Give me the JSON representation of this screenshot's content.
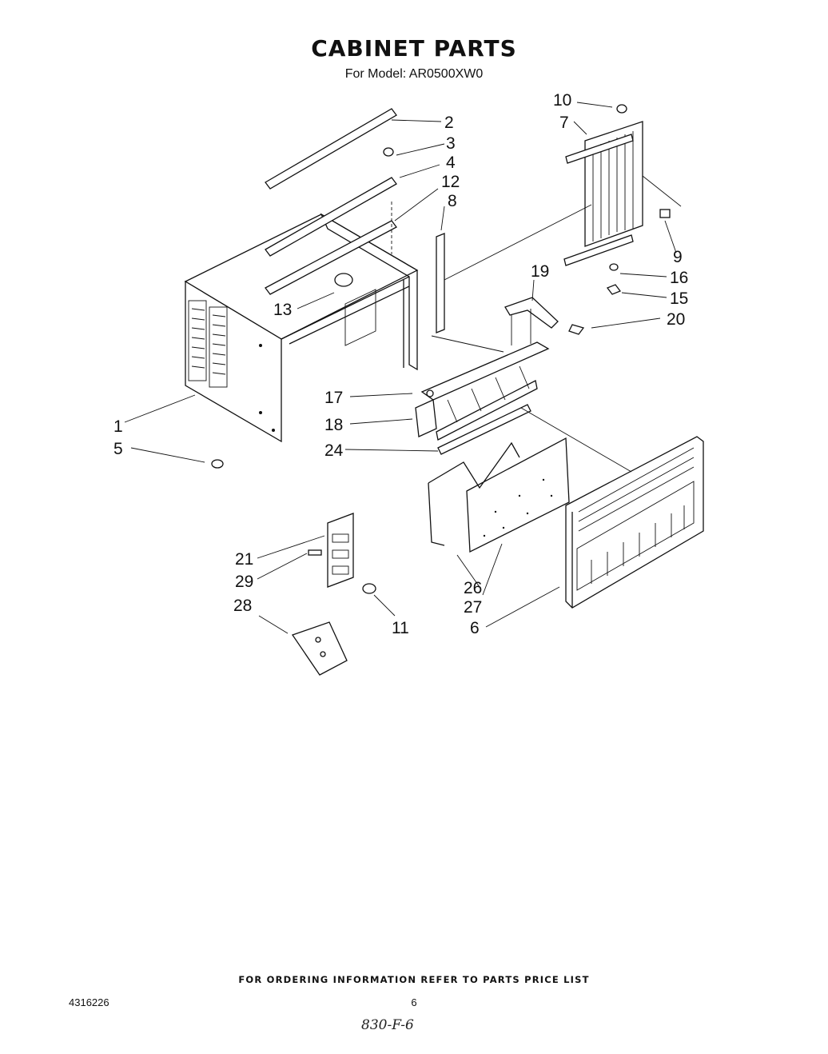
{
  "header": {
    "title": "CABINET PARTS",
    "subtitle": "For Model: AR0500XW0"
  },
  "callouts": [
    {
      "label": "1"
    },
    {
      "label": "2"
    },
    {
      "label": "3"
    },
    {
      "label": "4"
    },
    {
      "label": "5"
    },
    {
      "label": "6"
    },
    {
      "label": "7"
    },
    {
      "label": "8"
    },
    {
      "label": "9"
    },
    {
      "label": "10"
    },
    {
      "label": "11"
    },
    {
      "label": "12"
    },
    {
      "label": "13"
    },
    {
      "label": "15"
    },
    {
      "label": "16"
    },
    {
      "label": "17"
    },
    {
      "label": "18"
    },
    {
      "label": "19"
    },
    {
      "label": "20"
    },
    {
      "label": "21"
    },
    {
      "label": "24"
    },
    {
      "label": "26"
    },
    {
      "label": "27"
    },
    {
      "label": "28"
    },
    {
      "label": "29"
    }
  ],
  "footer": {
    "ordering_note": "FOR ORDERING INFORMATION REFER TO PARTS PRICE LIST",
    "document_number": "4316226",
    "page_number": "6",
    "handwritten_note": "830-F-6"
  }
}
